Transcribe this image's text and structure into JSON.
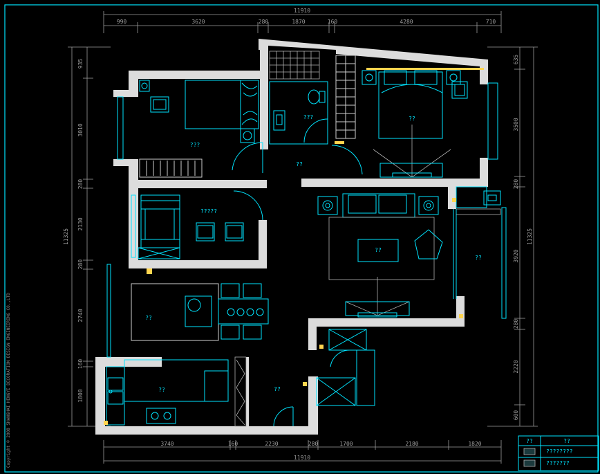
{
  "plan": {
    "top_dims": [
      "990",
      "3620",
      "280",
      "1870",
      "160",
      "4280",
      "710"
    ],
    "top_total": "11910",
    "bottom_dims": [
      "3740",
      "160",
      "2230",
      "280",
      "1700",
      "2180",
      "1820"
    ],
    "bottom_total": "11910",
    "left_dims": [
      "935",
      "3010",
      "280",
      "2130",
      "280",
      "2740",
      "160",
      "1800"
    ],
    "left_total": "11325",
    "right_dims": [
      "635",
      "3500",
      "280",
      "3920",
      "280",
      "2220",
      "600"
    ],
    "right_total": "11325",
    "rooms": {
      "bedroom_a": "???",
      "bathroom": "???",
      "hall": "??",
      "master": "??",
      "study": "?????",
      "living_table": "??",
      "balcony": "??",
      "dining": "??",
      "kitchen": "??",
      "entry": "??"
    },
    "copyright": "Copyright © 2008 SHANGHAI HENGYI DECORATION DESIGN ENGINEERING CO.,LTD",
    "legend": {
      "h1": "??",
      "h2": "??",
      "r1": "????????",
      "r2": "???????"
    }
  }
}
